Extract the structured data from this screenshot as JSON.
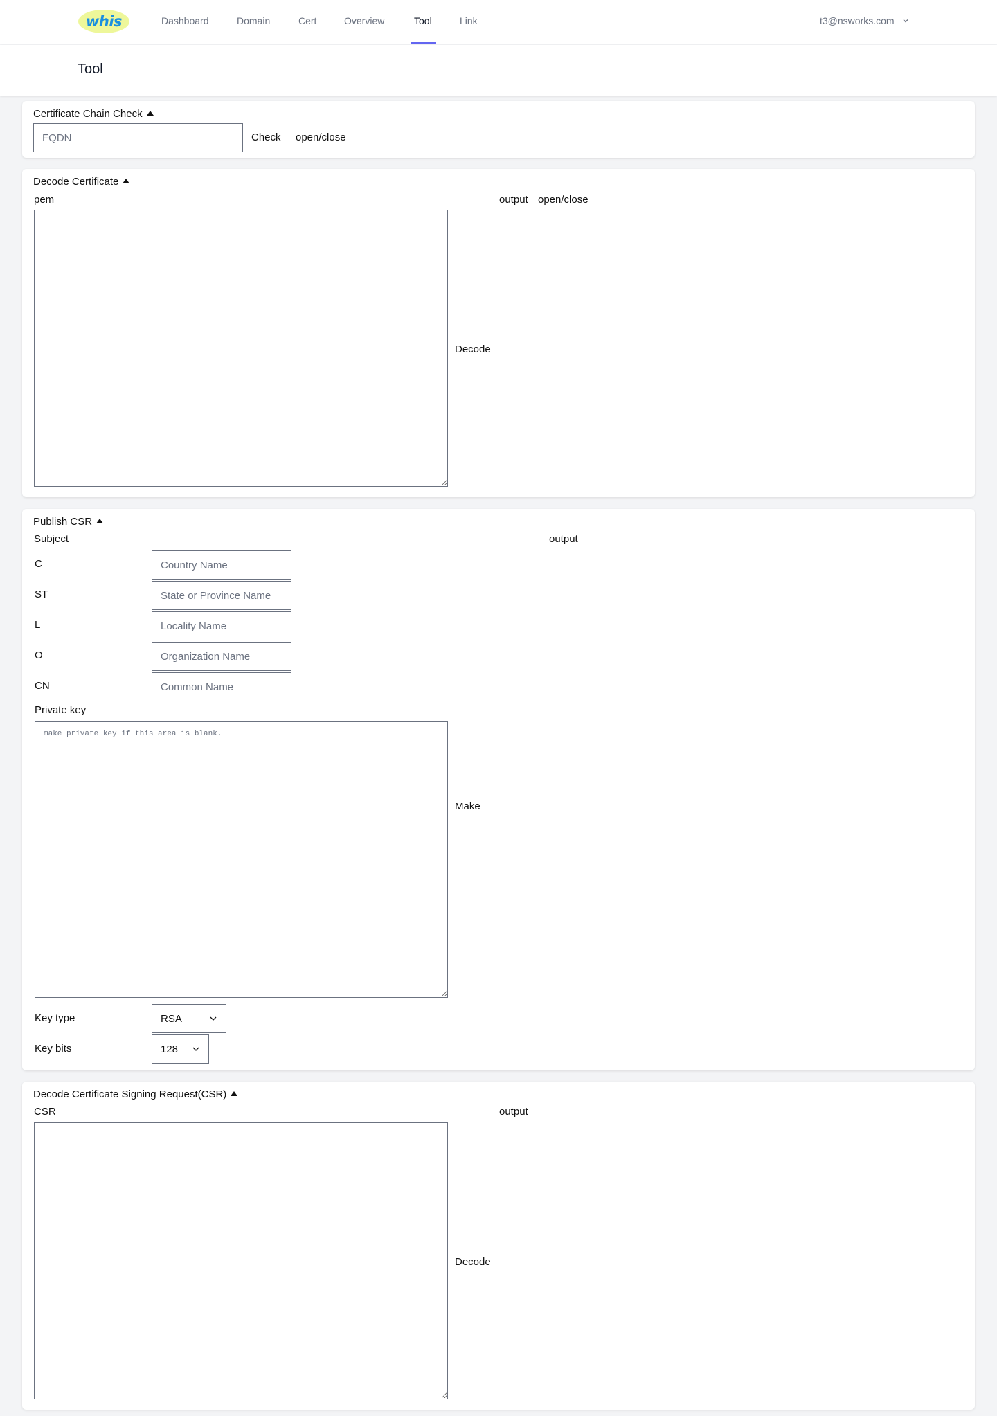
{
  "nav": {
    "logo": "whis",
    "items": [
      "Dashboard",
      "Domain",
      "Cert",
      "Overview",
      "Tool",
      "Link"
    ],
    "active": "Tool",
    "user": "t3@nsworks.com",
    "accent_color": "#6366f1"
  },
  "header": {
    "title": "Tool"
  },
  "chain_check": {
    "title": "Certificate Chain Check",
    "fqdn_placeholder": "FQDN",
    "check_label": "Check",
    "toggle_label": "open/close"
  },
  "decode_cert": {
    "title": "Decode Certificate",
    "pem_label": "pem",
    "decode_label": "Decode",
    "output_label": "output",
    "toggle_label": "open/close"
  },
  "publish_csr": {
    "title": "Publish CSR",
    "subject_label": "Subject",
    "output_label": "output",
    "fields": [
      {
        "label": "C",
        "placeholder": "Country Name"
      },
      {
        "label": "ST",
        "placeholder": "State or Province Name"
      },
      {
        "label": "L",
        "placeholder": "Locality Name"
      },
      {
        "label": "O",
        "placeholder": "Organization Name"
      },
      {
        "label": "CN",
        "placeholder": "Common Name"
      }
    ],
    "private_key_label": "Private key",
    "private_key_placeholder": "make private key if this area is blank.",
    "make_label": "Make",
    "key_type_label": "Key type",
    "key_type_value": "RSA",
    "key_bits_label": "Key bits",
    "key_bits_value": "128"
  },
  "decode_csr": {
    "title": "Decode Certificate Signing Request(CSR)",
    "csr_label": "CSR",
    "decode_label": "Decode",
    "output_label": "output"
  },
  "icons": [
    "chevron-down-icon",
    "triangle-up-icon"
  ]
}
